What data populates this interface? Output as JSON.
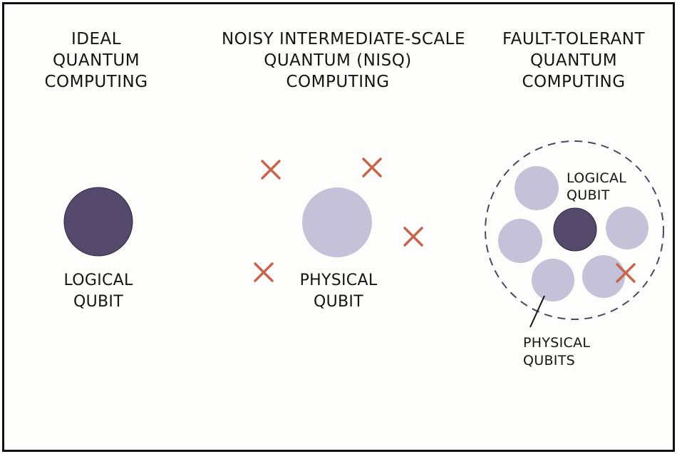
{
  "panels": {
    "ideal": {
      "heading": [
        "IDEAL",
        "QUANTUM",
        "COMPUTING"
      ],
      "qubit_label": [
        "LOGICAL",
        "QUBIT"
      ]
    },
    "nisq": {
      "heading": [
        "NOISY INTERMEDIATE-SCALE",
        "QUANTUM (NISQ)",
        "COMPUTING"
      ],
      "qubit_label": [
        "PHYSICAL",
        "QUBIT"
      ]
    },
    "fault_tolerant": {
      "heading": [
        "FAULT-TOLERANT",
        "QUANTUM",
        "COMPUTING"
      ],
      "logical_label": [
        "LOGICAL",
        "QUBIT"
      ],
      "physical_label": [
        "PHYSICAL",
        "QUBITS"
      ]
    }
  },
  "colors": {
    "logical_qubit": "#554a6c",
    "physical_qubit": "#c4c1d8",
    "error_mark": "#c8644e",
    "dashed_boundary": "#4b4860",
    "text": "#141414"
  }
}
